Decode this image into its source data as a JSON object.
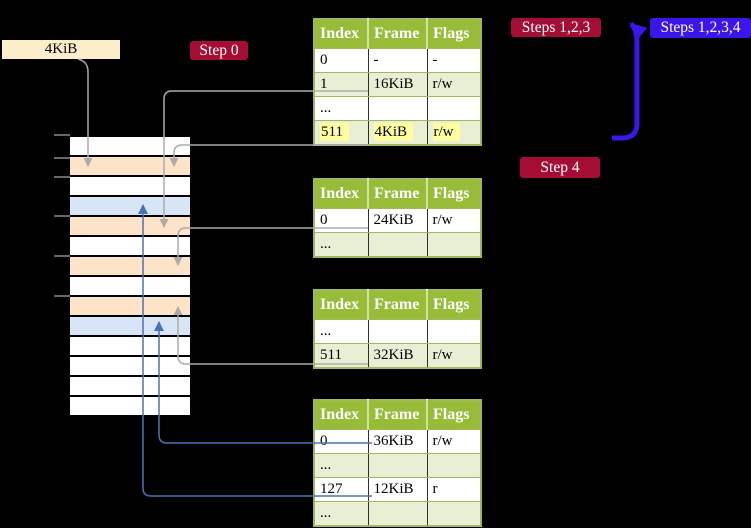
{
  "colors": {
    "background": "#000000",
    "badge_red": "#A40E35",
    "badge_blue": "#3B16E8",
    "table_header_green": "#98BC37",
    "table_row_alt": "#E9EFD5",
    "table_border": "#9FB85C",
    "highlight_yellow": "#FEFE9E",
    "mem_white": "#FFFFFF",
    "mem_orange": "#FDE4C8",
    "mem_blue": "#D8E5F6",
    "label_box_bg": "#FCEECB",
    "arrow_gray": "#ABABAB",
    "arrow_blue_thin": "#4A73B4",
    "arrow_blue_thick": "#3B16E8"
  },
  "labels": {
    "page_size": "4KiB",
    "step0": "Step 0",
    "steps_123": "Steps 1,2,3",
    "steps_1234": "Steps 1,2,3,4",
    "step4": "Step 4"
  },
  "table_headers": [
    "Index",
    "Frame",
    "Flags"
  ],
  "tables": [
    {
      "id": "level-4-table",
      "rows": [
        [
          "0",
          "-",
          "-"
        ],
        [
          "1",
          "16KiB",
          "r/w"
        ],
        [
          "...",
          "",
          ""
        ],
        [
          "511",
          "4KiB",
          "r/w"
        ]
      ],
      "highlight_rows": [
        3
      ]
    },
    {
      "id": "level-3-table",
      "rows": [
        [
          "0",
          "24KiB",
          "r/w"
        ],
        [
          "...",
          "",
          ""
        ]
      ],
      "highlight_rows": []
    },
    {
      "id": "level-2-table",
      "rows": [
        [
          "...",
          "",
          ""
        ],
        [
          "511",
          "32KiB",
          "r/w"
        ]
      ],
      "highlight_rows": []
    },
    {
      "id": "level-1-table",
      "rows": [
        [
          "0",
          "36KiB",
          "r/w"
        ],
        [
          "...",
          "",
          ""
        ],
        [
          "127",
          "12KiB",
          "r"
        ],
        [
          "...",
          "",
          ""
        ]
      ],
      "highlight_rows": []
    }
  ],
  "memory_rows": [
    "white",
    "orange",
    "white",
    "blue",
    "orange",
    "white",
    "orange",
    "white",
    "orange",
    "blue",
    "white",
    "white",
    "white",
    "white"
  ]
}
